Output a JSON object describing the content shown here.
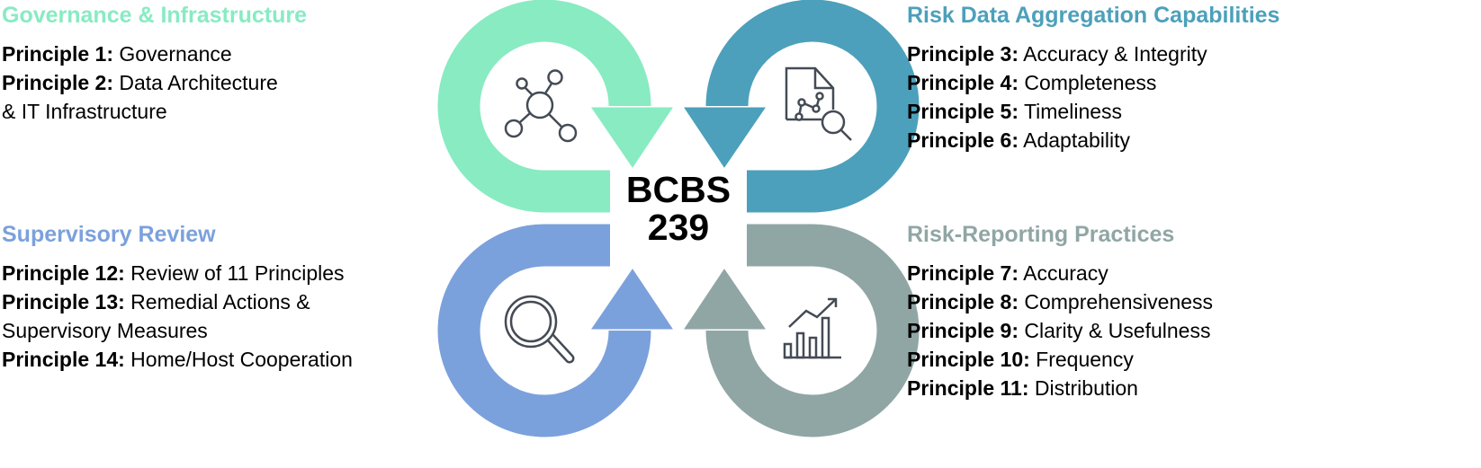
{
  "colors": {
    "governance": "#88ebc2",
    "aggregation": "#4ca0bb",
    "supervisory": "#7ba1dc",
    "reporting": "#90a6a5",
    "icon": "#444b55"
  },
  "center": {
    "line1": "BCBS",
    "line2": "239"
  },
  "sections": {
    "governance": {
      "title": "Governance & Infrastructure",
      "icon": "network-icon",
      "items": [
        {
          "label": "Principle 1:",
          "text": "Governance"
        },
        {
          "label": "Principle 2:",
          "text": "Data Architecture"
        },
        {
          "label": "",
          "text": "& IT Infrastructure"
        }
      ]
    },
    "aggregation": {
      "title": "Risk Data Aggregation Capabilities",
      "icon": "document-analysis-icon",
      "items": [
        {
          "label": "Principle 3:",
          "text": "Accuracy & Integrity"
        },
        {
          "label": "Principle 4:",
          "text": "Completeness"
        },
        {
          "label": "Principle 5:",
          "text": "Timeliness"
        },
        {
          "label": "Principle 6:",
          "text": "Adaptability"
        }
      ]
    },
    "supervisory": {
      "title": "Supervisory Review",
      "icon": "magnifier-icon",
      "items": [
        {
          "label": "Principle 12:",
          "text": "Review of 11 Principles"
        },
        {
          "label": "Principle 13:",
          "text": "Remedial Actions &"
        },
        {
          "label": "",
          "text": "Supervisory Measures"
        },
        {
          "label": "Principle 14:",
          "text": "Home/Host Cooperation"
        }
      ]
    },
    "reporting": {
      "title": "Risk-Reporting Practices",
      "icon": "bar-chart-trend-icon",
      "items": [
        {
          "label": "Principle 7:",
          "text": "Accuracy"
        },
        {
          "label": "Principle 8:",
          "text": "Comprehensiveness"
        },
        {
          "label": "Principle 9:",
          "text": "Clarity & Usefulness"
        },
        {
          "label": "Principle 10:",
          "text": "Frequency"
        },
        {
          "label": "Principle 11:",
          "text": "Distribution"
        }
      ]
    }
  }
}
